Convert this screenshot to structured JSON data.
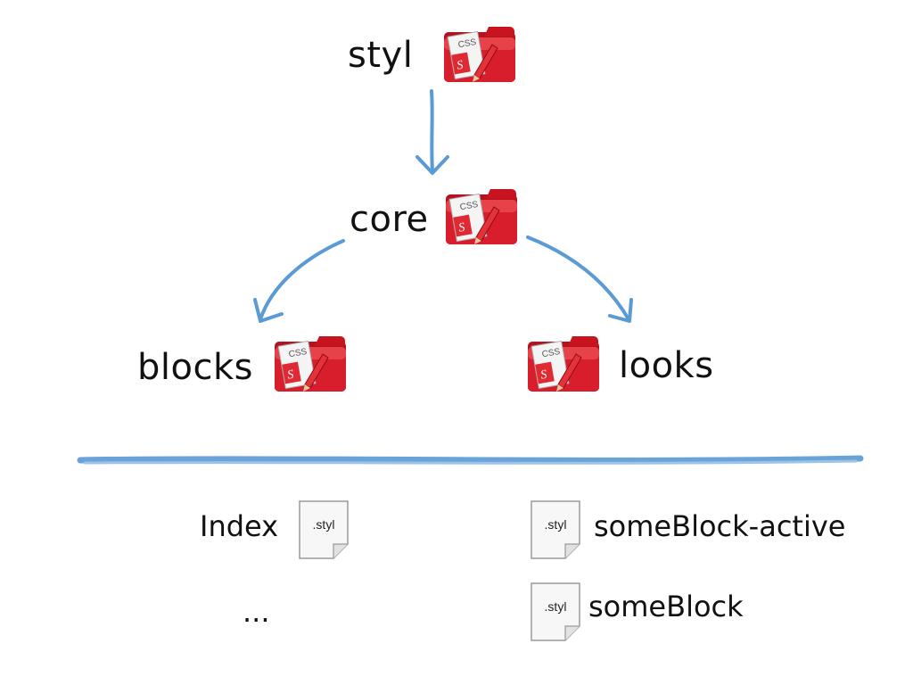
{
  "tree": {
    "root": {
      "label": "styl",
      "icon": "css-folder-icon"
    },
    "core": {
      "label": "core",
      "icon": "css-folder-icon"
    },
    "blocks": {
      "label": "blocks",
      "icon": "css-folder-icon"
    },
    "looks": {
      "label": "looks",
      "icon": "css-folder-icon"
    }
  },
  "files": {
    "index": {
      "label": "Index",
      "ext": ".styl",
      "icon": "styl-file-icon"
    },
    "ellipsis": "...",
    "some_block_active": {
      "label": "someBlock-active",
      "ext": ".styl",
      "icon": "styl-file-icon"
    },
    "some_block": {
      "label": "someBlock",
      "ext": ".styl",
      "icon": "styl-file-icon"
    }
  },
  "colors": {
    "arrow": "#5b9bd5",
    "divider": "#6aa3d8",
    "folder": "#d81e2c",
    "folder_light": "#f25a5f"
  }
}
